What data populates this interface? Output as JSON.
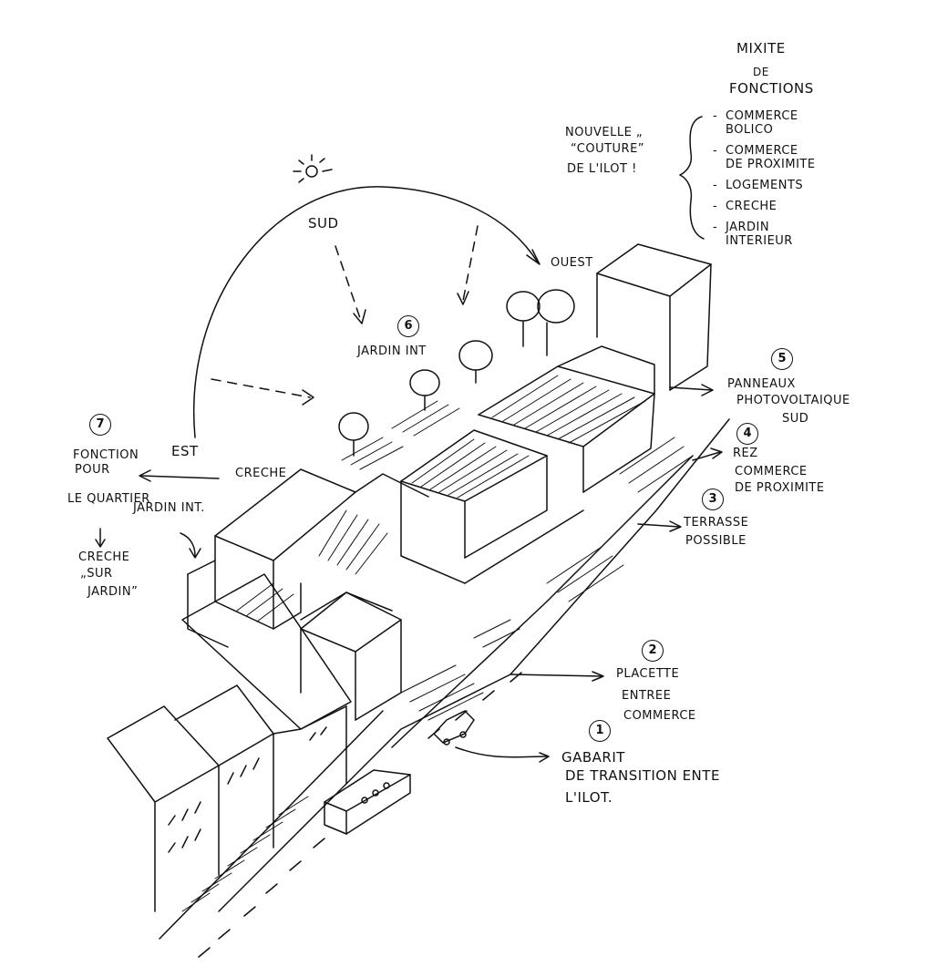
{
  "title": {
    "line1": "MIXITE",
    "line2": "DE",
    "line3": "FONCTIONS"
  },
  "functions": [
    {
      "line1": "COMMERCE",
      "line2": "BOLICO"
    },
    {
      "line1": "COMMERCE",
      "line2": "DE PROXIMITE"
    },
    {
      "line1": "LOGEMENTS",
      "line2": ""
    },
    {
      "line1": "CRECHE",
      "line2": ""
    },
    {
      "line1": "JARDIN",
      "line2": "INTERIEUR"
    }
  ],
  "couture_note": {
    "line1": "NOUVELLE „",
    "line2": "“COUTURE”",
    "line3": "DE L'ILOT !"
  },
  "compass": {
    "sud": "SUD",
    "ouest": "OUEST",
    "est": "EST"
  },
  "callouts": [
    {
      "number": "1",
      "line1": "GABARIT",
      "line2": "DE TRANSITION ENTE",
      "line3": "L'ILOT."
    },
    {
      "number": "2",
      "line1": "PLACETTE",
      "line2": "ENTREE",
      "line3": "COMMERCE"
    },
    {
      "number": "3",
      "line1": "TERRASSE",
      "line2": "POSSIBLE",
      "line3": ""
    },
    {
      "number": "4",
      "line1": "REZ",
      "line2": "COMMERCE",
      "line3": "DE PROXIMITE"
    },
    {
      "number": "5",
      "line1": "PANNEAUX",
      "line2": "PHOTOVOLTAIQUE",
      "line3": "SUD"
    },
    {
      "number": "6",
      "line1": "JARDIN INT",
      "line2": "",
      "line3": ""
    },
    {
      "number": "7",
      "line1": "FONCTION",
      "line2": "POUR",
      "line3": "LE QUARTIER"
    }
  ],
  "creche_label": "CRECHE",
  "jardin_int_label": "JARDIN INT.",
  "creche_sur_jardin": {
    "line1": "CRECHE",
    "line2": "„SUR",
    "line3": "JARDIN”"
  }
}
